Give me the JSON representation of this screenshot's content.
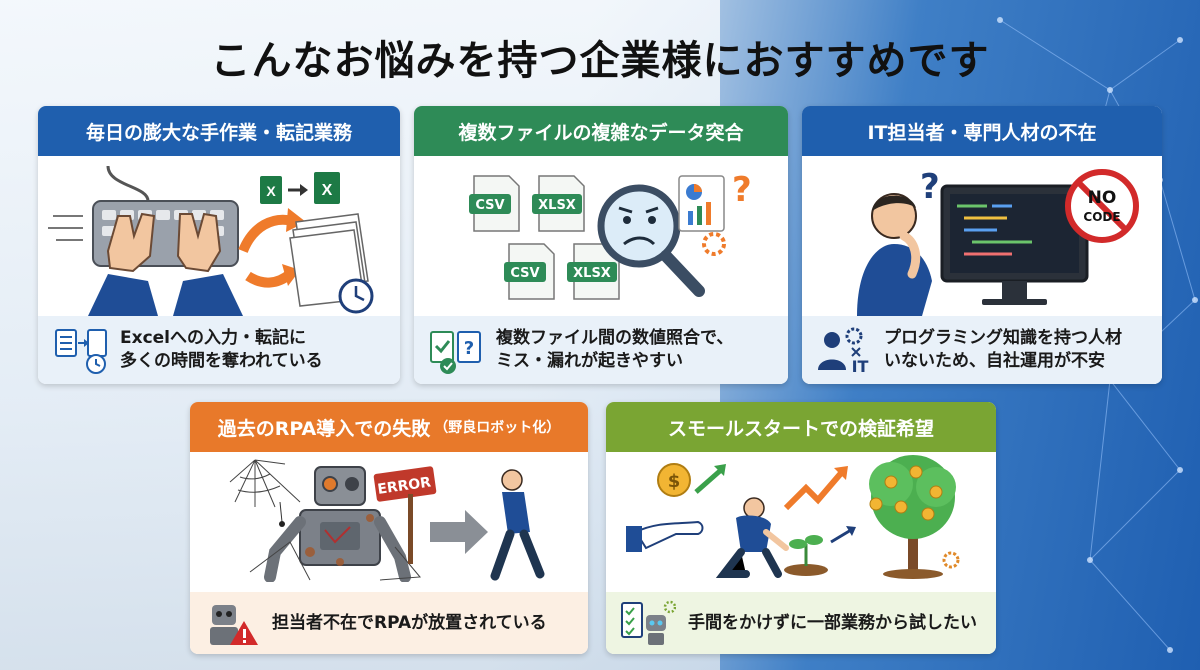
{
  "title": "こんなお悩みを持つ企業様におすすめです",
  "cards": [
    {
      "heading": "毎日の膨大な手作業・転記業務",
      "description_line1": "Excelへの入力・転記に",
      "description_line2": "多くの時間を奪われている"
    },
    {
      "heading": "複数ファイルの複雑なデータ突合",
      "file_labels": [
        "CSV",
        "XLSX",
        "CSV",
        "XLSX"
      ],
      "description_line1": "複数ファイル間の数値照合で、",
      "description_line2": "ミス・漏れが起きやすい"
    },
    {
      "heading": "IT担当者・専門人材の不在",
      "badge_line1": "NO",
      "badge_line2": "CODE",
      "foot_icon_label": "IT",
      "description_line1": "プログラミング知識を持つ人材",
      "description_line2": "いないため、自社運用が不安"
    },
    {
      "heading": "過去のRPA導入での失敗",
      "heading_note": "（野良ロボット化）",
      "sign_label": "ERROR",
      "description_line1": "担当者不在でRPAが放置されている"
    },
    {
      "heading": "スモールスタートでの検証希望",
      "coin_symbol": "$",
      "description_line1": "手間をかけずに一部業務から試したい"
    }
  ],
  "colors": {
    "blue": "#1f5fae",
    "green": "#2e8b57",
    "orange": "#e8792a",
    "lime": "#7aa533"
  }
}
